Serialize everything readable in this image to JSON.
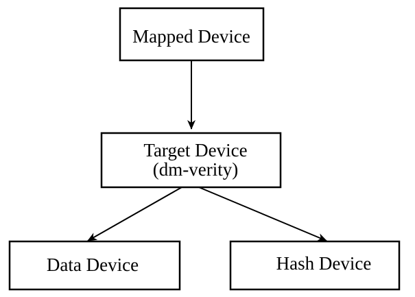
{
  "diagram": {
    "nodes": {
      "mapped": {
        "label": "Mapped Device"
      },
      "target": {
        "line1": "Target Device",
        "line2": "(dm-verity)"
      },
      "data": {
        "label": "Data Device"
      },
      "hash": {
        "label": "Hash Device"
      }
    },
    "edges": [
      {
        "from": "mapped",
        "to": "target"
      },
      {
        "from": "target",
        "to": "data"
      },
      {
        "from": "target",
        "to": "hash"
      }
    ],
    "colors": {
      "stroke": "#000000",
      "background": "#ffffff"
    }
  }
}
